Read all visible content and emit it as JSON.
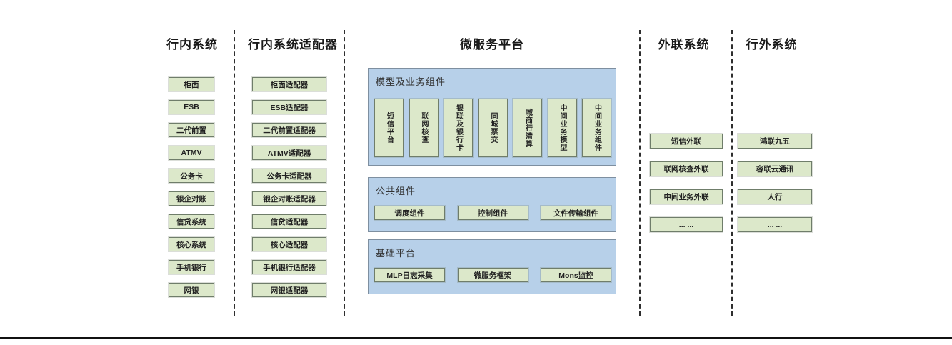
{
  "diagram": {
    "col_internal": {
      "title": "行内系统",
      "items": [
        "柜面",
        "ESB",
        "二代前置",
        "ATMV",
        "公务卡",
        "银企对账",
        "信贷系统",
        "核心系统",
        "手机银行",
        "网银"
      ]
    },
    "col_adapters": {
      "title": "行内系统适配器",
      "items": [
        "柜面适配器",
        "ESB适配器",
        "二代前置适配器",
        "ATMV适配器",
        "公务卡适配器",
        "银企对账适配器",
        "信贷适配器",
        "核心适配器",
        "手机银行适配器",
        "网银适配器"
      ]
    },
    "platform": {
      "title": "微服务平台",
      "model_group": {
        "label": "模型及业务组件",
        "items": [
          "短信平台",
          "联网核查",
          "银联及银行卡",
          "同城票交",
          "城商行清算",
          "中间业务模型",
          "中间业务组件"
        ]
      },
      "common_group": {
        "label": "公共组件",
        "items": [
          "调度组件",
          "控制组件",
          "文件传输组件"
        ]
      },
      "base_group": {
        "label": "基础平台",
        "items": [
          "MLP日志采集",
          "微服务框架",
          "Mons监控"
        ]
      }
    },
    "col_outreach": {
      "title": "外联系统",
      "items": [
        "短信外联",
        "联网核查外联",
        "中间业务外联",
        "... ..."
      ]
    },
    "col_external": {
      "title": "行外系统",
      "items": [
        "鸿联九五",
        "容联云通讯",
        "人行",
        "... ..."
      ]
    }
  },
  "colors": {
    "green_fill": "#dce8ca",
    "green_border": "#6f7d6a",
    "blue_fill": "#b7d0e9",
    "blue_border": "#7e8fa0",
    "background": "#ffffff"
  }
}
